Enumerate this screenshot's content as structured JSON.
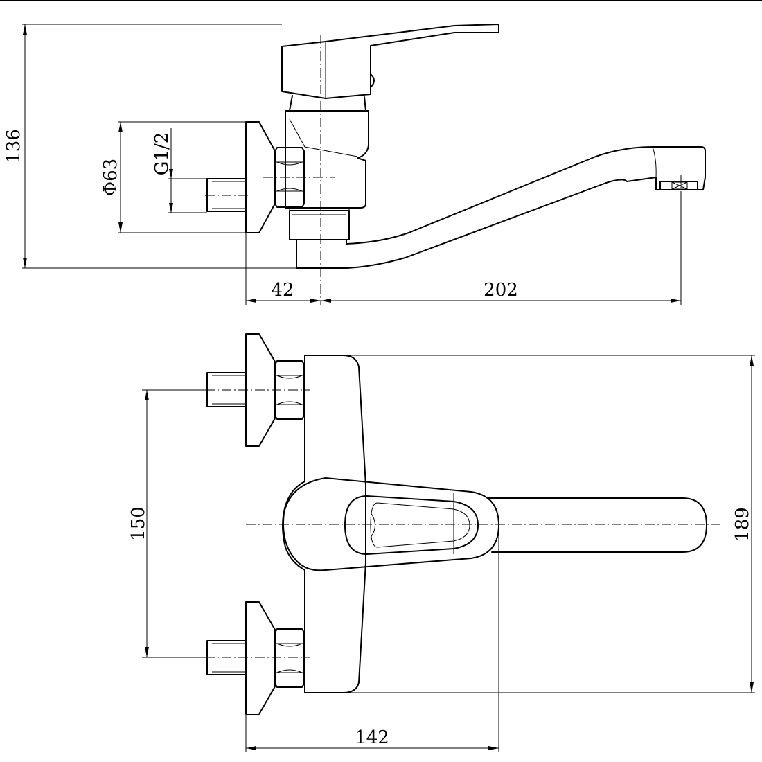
{
  "dimensions": {
    "height_total": "136",
    "flange_diameter": "Φ63",
    "thread_size": "G1/2",
    "inlet_offset": "42",
    "spout_reach": "202",
    "inlet_spacing": "150",
    "body_height": "189",
    "body_depth": "142"
  },
  "colors": {
    "line": "#000000",
    "background": "#ffffff"
  }
}
